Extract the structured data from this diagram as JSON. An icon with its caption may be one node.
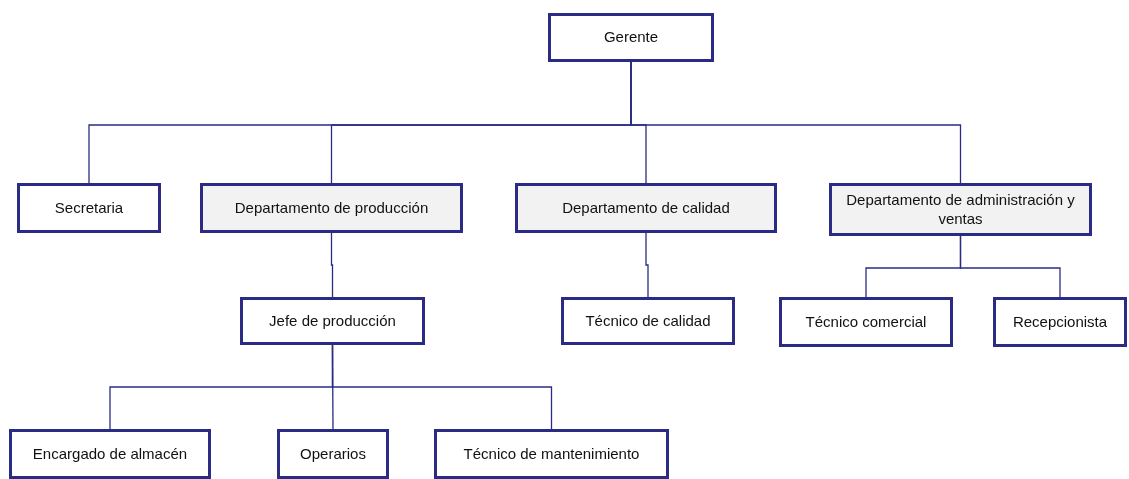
{
  "diagram": {
    "nodes": [
      {
        "text": [
          "Gerente"
        ]
      },
      {
        "text": [
          "Secretaria"
        ]
      },
      {
        "text": [
          "Departamento de producción"
        ]
      },
      {
        "text": [
          "Departamento de calidad"
        ]
      },
      {
        "text": [
          "Departamento de administración y ventas"
        ]
      },
      {
        "text": [
          "Jefe de producción"
        ]
      },
      {
        "text": [
          "Técnico de calidad"
        ]
      },
      {
        "text": [
          "Técnico comercial"
        ]
      },
      {
        "text": [
          "Recepcionista"
        ]
      },
      {
        "text": [
          "Encargado de almacén"
        ]
      },
      {
        "text": [
          "Operarios"
        ]
      },
      {
        "text": [
          "Técnico de mantenimiento"
        ]
      }
    ],
    "edges": [
      {
        "from": 0,
        "to": 1,
        "arrow": "none"
      },
      {
        "from": 0,
        "to": 2,
        "arrow": "none"
      },
      {
        "from": 0,
        "to": 3,
        "arrow": "none"
      },
      {
        "from": 0,
        "to": 4,
        "arrow": "none"
      },
      {
        "from": 2,
        "to": 5,
        "arrow": "none"
      },
      {
        "from": 3,
        "to": 6,
        "arrow": "none"
      },
      {
        "from": 4,
        "to": 7,
        "arrow": "none"
      },
      {
        "from": 4,
        "to": 8,
        "arrow": "none"
      },
      {
        "from": 5,
        "to": 9,
        "arrow": "none"
      },
      {
        "from": 5,
        "to": 10,
        "arrow": "none"
      },
      {
        "from": 5,
        "to": 11,
        "arrow": "none"
      }
    ]
  }
}
